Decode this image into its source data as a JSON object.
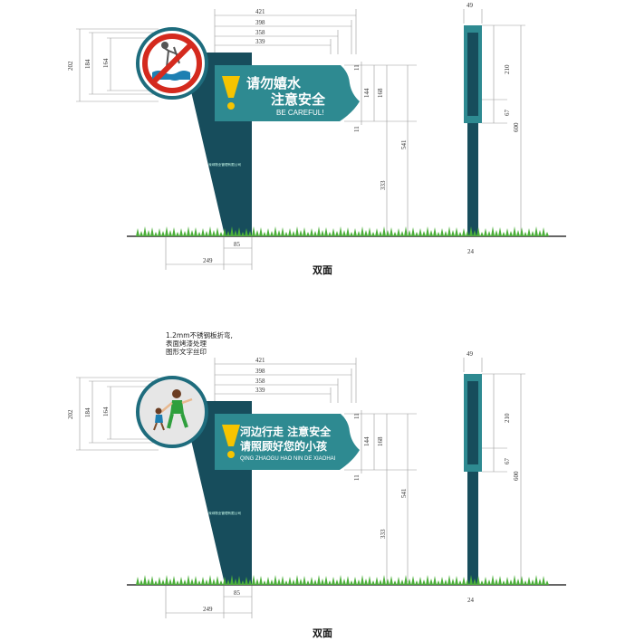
{
  "signs": [
    {
      "id": "top",
      "panel_line1": "请勿嬉水",
      "panel_line2": "注意安全",
      "panel_en": "BE CAREFUL!",
      "post_small_text": "深圳物业管理有限公司",
      "caption": "双面",
      "pictogram": "no-swimming-icon",
      "dims": {
        "w421": "421",
        "w398": "398",
        "w358": "358",
        "w339": "339",
        "h202": "202",
        "h184": "184",
        "h164": "164",
        "h11a": "11",
        "h144": "144",
        "h168": "168",
        "h11b": "11",
        "h541": "541",
        "h333": "333",
        "b85": "85",
        "b249": "249",
        "s49": "49",
        "s210": "210",
        "s67": "67",
        "s600": "600",
        "s24": "24"
      }
    },
    {
      "id": "bottom",
      "panel_line1": "河边行走  注意安全",
      "panel_line2": "请照顾好您的小孩",
      "panel_en": "QING ZHAOGU HAO NIN DE XIAOHAI",
      "post_small_text": "深圳物业管理有限公司",
      "caption": "双面",
      "pictogram": "adult-child-icon",
      "note_lines": [
        "1.2mm不锈钢板折弯,",
        "表面烤漆处理",
        "图形文字丝印"
      ],
      "dims": {
        "w421": "421",
        "w398": "398",
        "w358": "358",
        "w339": "339",
        "h202": "202",
        "h184": "184",
        "h164": "164",
        "h11a": "11",
        "h144": "144",
        "h168": "168",
        "h11b": "11",
        "h541": "541",
        "h333": "333",
        "b85": "85",
        "b249": "249",
        "s49": "49",
        "s210": "210",
        "s67": "67",
        "s600": "600",
        "s24": "24"
      }
    }
  ],
  "colors": {
    "post": "#174d5c",
    "panel": "#2e8a91",
    "warning": "#f6c400",
    "ring_red": "#d42a1e",
    "ring_blue": "#1d7fb2",
    "grass": "#4caf3a"
  }
}
